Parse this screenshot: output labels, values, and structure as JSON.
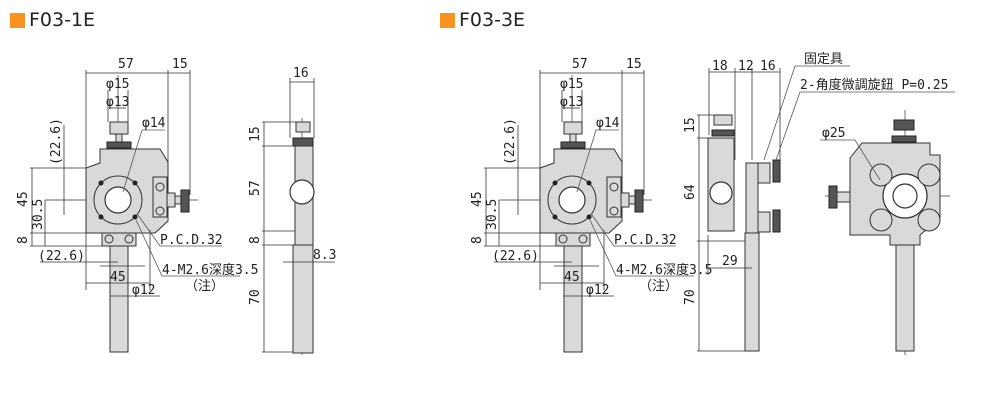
{
  "accent_color": "#f7931e",
  "models": [
    {
      "title": "F03-1E",
      "front_view": {
        "width": "57",
        "knob_offset": "15",
        "knob_dia_outer": "φ15",
        "knob_dia_inner": "φ13",
        "aperture": "φ14",
        "height_offset": "(22.6)",
        "height": "45",
        "center_height": "30.5",
        "base_height": "8",
        "pcd": "P.C.D.32",
        "horizontal_offset": "(22.6)",
        "tap_holes": "4-M2.6深度3.5",
        "note": "（注）",
        "hole_spacing": "45",
        "post_dia": "φ12"
      },
      "side_view": {
        "width": "16",
        "knob_height": "15",
        "body_height": "57",
        "base_height": "8",
        "post_offset": "8.3",
        "post_length": "70"
      }
    },
    {
      "title": "F03-3E",
      "front_view": {
        "width": "57",
        "knob_offset": "15",
        "knob_dia_outer": "φ15",
        "knob_dia_inner": "φ13",
        "aperture": "φ14",
        "height_offset": "(22.6)",
        "height": "45",
        "center_height": "30.5",
        "base_height": "8",
        "pcd": "P.C.D.32",
        "horizontal_offset": "(22.6)",
        "tap_holes": "4-M2.6深度3.5",
        "note": "（注）",
        "hole_spacing": "45",
        "post_dia": "φ12"
      },
      "side_view": {
        "width_a": "18",
        "width_b": "12",
        "width_c": "16",
        "knob_height": "15",
        "body_height": "64",
        "post_offset": "29",
        "post_length": "70",
        "fixture_label": "固定具",
        "adjuster_label": "2-角度微調旋鈕 P=0.25"
      },
      "rear_view": {
        "hole_dia": "φ25"
      }
    }
  ]
}
